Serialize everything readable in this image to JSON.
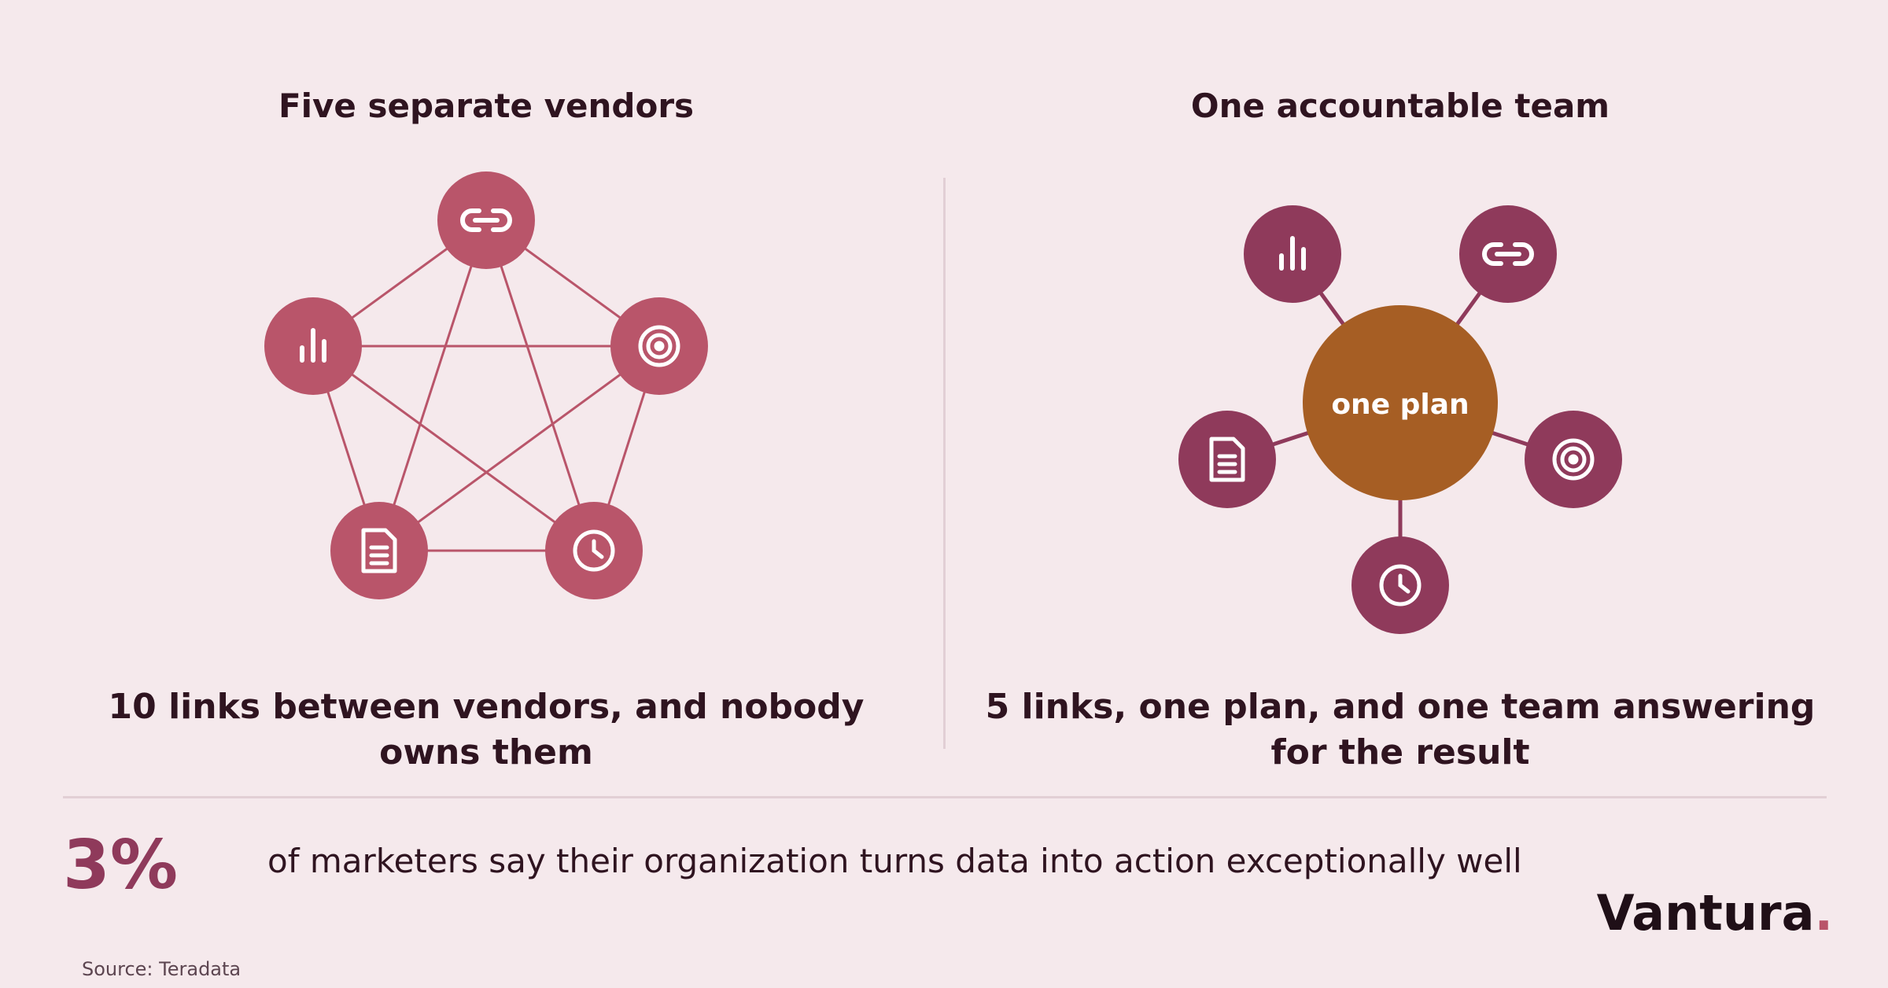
{
  "left_panel": {
    "title": "Five separate vendors",
    "caption": "10 links between vendors, and nobody owns them",
    "nodes": [
      {
        "id": "link",
        "icon": "link-icon"
      },
      {
        "id": "chart",
        "icon": "bar-chart-icon"
      },
      {
        "id": "target",
        "icon": "target-icon"
      },
      {
        "id": "doc",
        "icon": "document-icon"
      },
      {
        "id": "clock",
        "icon": "clock-icon"
      }
    ],
    "node_color": "#b9556a",
    "line_color": "#b9556a"
  },
  "right_panel": {
    "title": "One accountable team",
    "caption": "5 links, one plan, and one team answering for the result",
    "hub_label": "one plan",
    "hub_color": "#a65e24",
    "node_color": "#8f3a5b",
    "nodes": [
      {
        "id": "chart",
        "icon": "bar-chart-icon"
      },
      {
        "id": "link",
        "icon": "link-icon"
      },
      {
        "id": "doc",
        "icon": "document-icon"
      },
      {
        "id": "target",
        "icon": "target-icon"
      },
      {
        "id": "clock",
        "icon": "clock-icon"
      }
    ]
  },
  "stat": {
    "value": "3%",
    "text": "of marketers say their organization turns data into action exceptionally well"
  },
  "brand": {
    "name": "Vantura",
    "dot": "."
  },
  "source": "Source: Teradata"
}
